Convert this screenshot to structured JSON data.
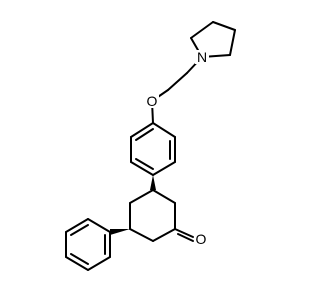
{
  "atom_labels": {
    "nitrogen": "N",
    "ether_oxygen": "O",
    "ketone_oxygen": "O"
  }
}
